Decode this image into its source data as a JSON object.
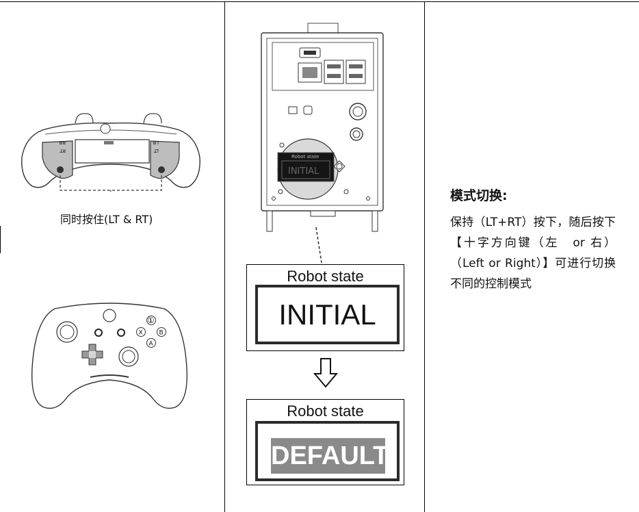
{
  "left": {
    "caption": "同时按住(LT & RT)",
    "shoulder_labels": {
      "rb": "RB",
      "rt": "RT",
      "lb": "LB",
      "lt": "LT"
    },
    "face_buttons": {
      "x": "X",
      "b": "B",
      "a": "A",
      "badge": "①"
    }
  },
  "middle": {
    "device_screen": {
      "title": "Robot state",
      "state": "INITIAL"
    },
    "panel_initial": {
      "title": "Robot state",
      "state": "INITIAL"
    },
    "panel_default": {
      "title": "Robot state",
      "state": "DEFAULT"
    }
  },
  "right": {
    "title": "模式切换:",
    "description": "保持（LT+RT）按下，随后按下【十字方向键（左　or 右）（Left or Right）】可进行切换不同的控制模式"
  },
  "colors": {
    "line": "#000000",
    "trigger_gray": "#bdbdbd",
    "default_bg": "#8a8a8a"
  }
}
